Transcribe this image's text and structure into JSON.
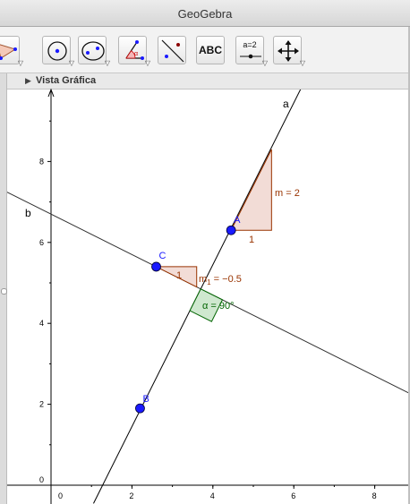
{
  "window": {
    "title": "GeoGebra"
  },
  "view": {
    "title": "Vista Gráfica"
  },
  "toolbar": {
    "text_tool_label": "ABC",
    "slider_tool_label": "a=2",
    "tools": [
      "polygon-tool",
      "circle-center-point-tool",
      "conic-tool",
      "angle-tool",
      "reflect-tool",
      "text-tool",
      "slider-tool",
      "move-view-tool"
    ]
  },
  "axes": {
    "x_ticks": [
      "0",
      "2",
      "4",
      "6",
      "8"
    ],
    "y_ticks": [
      "0",
      "2",
      "4",
      "6",
      "8"
    ]
  },
  "objects": {
    "line_a_label": "a",
    "line_b_label": "b",
    "point_a_label": "A",
    "point_b_label": "B",
    "point_c_label": "C",
    "slope_a_label": "m = 2",
    "slope_a_run_label": "1",
    "slope_b_label": "m",
    "slope_b_subscript": "1",
    "slope_b_value": " = −0.5",
    "slope_b_run_label": "1",
    "angle_label": "α = 90°"
  },
  "colors": {
    "point": "#1a1aff",
    "slope": "#993300",
    "slope_fill": "#f2dcd6",
    "angle": "#006400",
    "angle_fill": "#cfe8cf",
    "line": "#000000"
  }
}
